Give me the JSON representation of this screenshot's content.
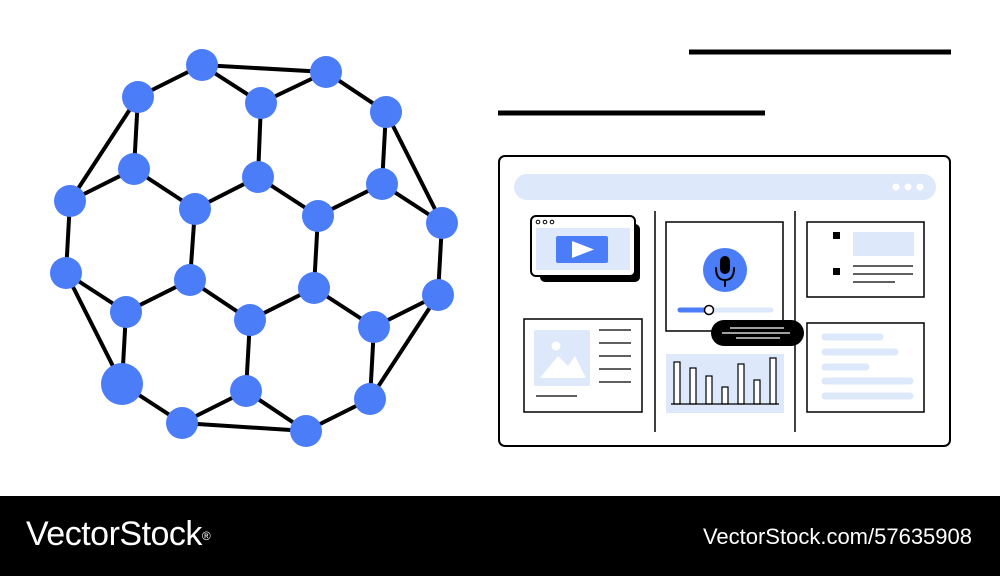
{
  "colors": {
    "accent": "#4a7df7",
    "light_accent": "#dde8fb",
    "stroke": "#000000",
    "footer_bg": "#000000",
    "footer_text": "#ffffff"
  },
  "icons": [
    "molecule-graphic",
    "play-icon",
    "microphone-icon",
    "image-icon",
    "bar-chart-icon",
    "more-dots-icon"
  ],
  "footer": {
    "brand": "VectorStock",
    "registered_mark": "®",
    "stock_id": "VectorStock.com/57635908"
  }
}
